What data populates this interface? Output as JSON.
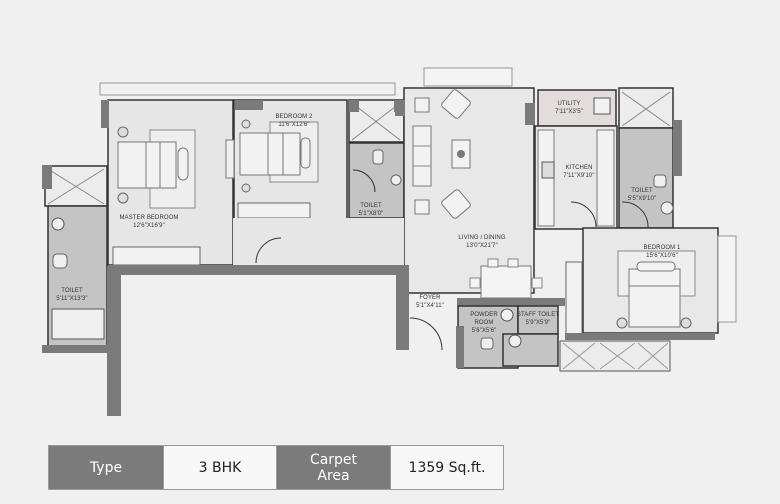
{
  "floor_plan": {
    "rooms": [
      {
        "name": "MASTER BEDROOM",
        "size": "12'6\"X16'9\""
      },
      {
        "name": "BEDROOM 2",
        "size": "11'6\"X12'6\""
      },
      {
        "name": "TOILET",
        "size": "5'1\"X8'0\""
      },
      {
        "name": "LIVING / DINING",
        "size": "13'0\"X21'7\""
      },
      {
        "name": "UTILITY",
        "size": "7'11\"X3'5\""
      },
      {
        "name": "KITCHEN",
        "size": "7'11\"X9'10\""
      },
      {
        "name": "TOILET",
        "size": "5'5\"X9'10\""
      },
      {
        "name": "BEDROOM 1",
        "size": "15'6\"X10'6\""
      },
      {
        "name": "TOILET",
        "size": "5'11\"X13'3\""
      },
      {
        "name": "FOYER",
        "size": "5'1\"X4'11\""
      },
      {
        "name": "POWDER",
        "name2": "ROOM",
        "size": "5'6\"X5'6\""
      },
      {
        "name": "STAFF TOILET",
        "size": "5'9\"X5'9\""
      }
    ],
    "colors": {
      "background": "#f0f0f0",
      "floor": "#e6e6e6",
      "wet_area": "#c4c4c4",
      "wall": "#7a7a7a",
      "outline": "#333333"
    }
  },
  "spec_table": {
    "type_label": "Type",
    "type_value": "3 BHK",
    "area_label_line1": "Carpet",
    "area_label_line2": "Area",
    "area_value": "1359 Sq.ft.",
    "header_color": "#7b7b7b"
  }
}
